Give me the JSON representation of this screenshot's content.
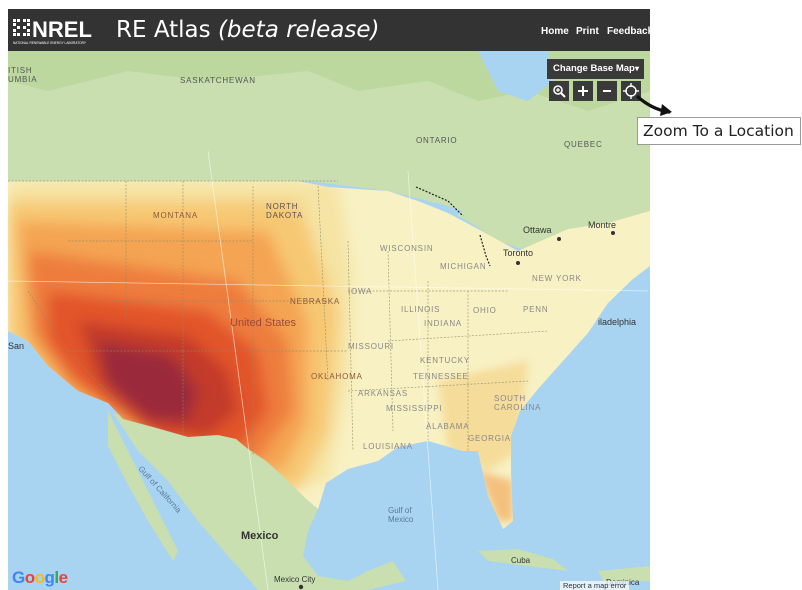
{
  "header": {
    "logo_text": "NREL",
    "logo_subtext": "NATIONAL RENEWABLE ENERGY LABORATORY",
    "title": "RE Atlas",
    "title_beta": "(beta release)",
    "nav": [
      "Home",
      "Print",
      "Feedback"
    ]
  },
  "controls": {
    "basemap_label": "Change Base Map",
    "tools": [
      {
        "name": "zoom-magnifier-icon"
      },
      {
        "name": "zoom-in-icon"
      },
      {
        "name": "zoom-out-icon"
      },
      {
        "name": "locate-crosshair-icon"
      }
    ]
  },
  "tooltip": {
    "text": "Zoom To a Location"
  },
  "map_labels": {
    "british_columbia": "ITISH\nUMBIA",
    "saskatchewan": "SASKATCHEWAN",
    "ontario": "ONTARIO",
    "quebec": "QUEBEC",
    "north_dakota": "NORTH\nDAKOTA",
    "montana": "MONTANA",
    "wisconsin": "WISCONSIN",
    "michigan": "MICHIGAN",
    "iowa": "IOWA",
    "nebraska": "NEBRASKA",
    "illinois": "ILLINOIS",
    "indiana": "INDIANA",
    "ohio": "OHIO",
    "penn": "PENN",
    "new_york": "NEW YORK",
    "united_states": "United States",
    "missouri": "MISSOURI",
    "kentucky": "KENTUCKY",
    "tennessee": "TENNESSEE",
    "oklahoma": "OKLAHOMA",
    "arkansas": "ARKANSAS",
    "mississippi": "MISSISSIPPI",
    "alabama": "ALABAMA",
    "georgia": "GEORGIA",
    "louisiana": "LOUISIANA",
    "south_carolina": "SOUTH\nCAROLINA",
    "ottawa": "Ottawa",
    "montreal": "Montre",
    "toronto": "Toronto",
    "philadelphia": "iladelphia",
    "san_francisco": "San",
    "gulf_of_california": "Gulf of California",
    "gulf_of_mexico": "Gulf of\nMexico",
    "mexico": "Mexico",
    "mexico_city": "Mexico City",
    "cuba": "Cuba",
    "dominica": "Dominica"
  },
  "footer": {
    "google": "Google",
    "report": "Report a map error"
  }
}
